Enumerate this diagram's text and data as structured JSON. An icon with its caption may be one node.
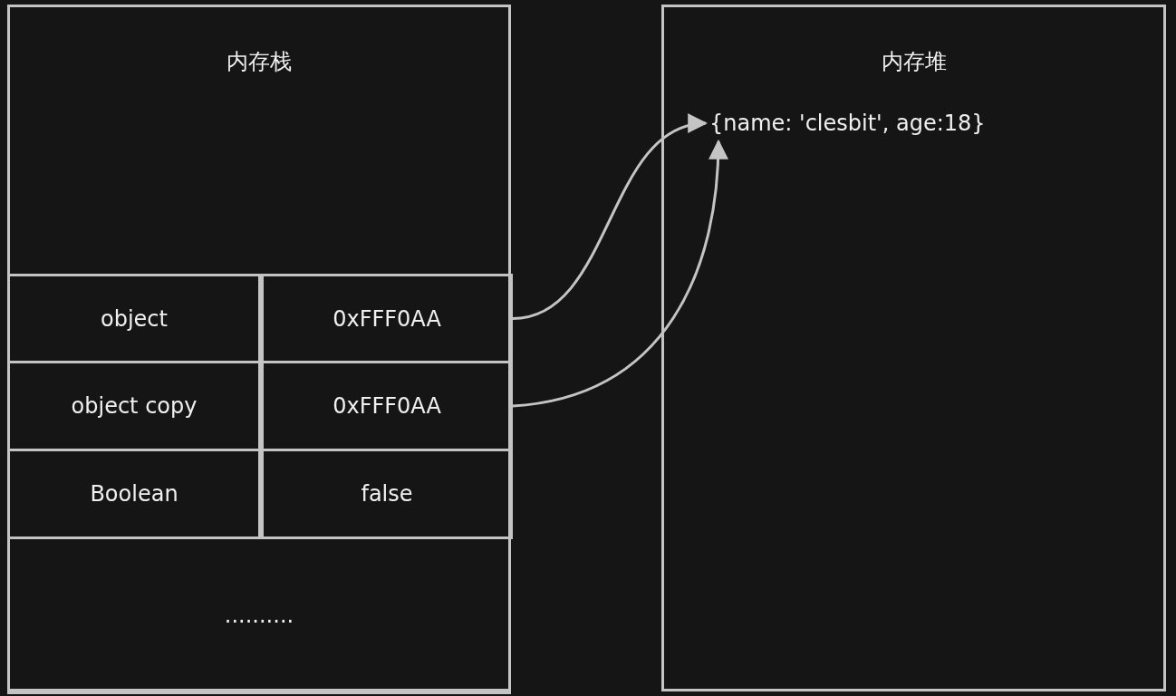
{
  "diagram": {
    "nodes": [
      {
        "text": [
          "内存栈"
        ]
      },
      {
        "text": [
          "object"
        ],
        "in": 0
      },
      {
        "text": [
          "0xFFF0AA"
        ],
        "in": 0
      },
      {
        "text": [
          "object copy"
        ],
        "in": 0
      },
      {
        "text": [
          "0xFFF0AA"
        ],
        "in": 0
      },
      {
        "text": [
          "Boolean"
        ],
        "in": 0
      },
      {
        "text": [
          "false"
        ],
        "in": 0
      },
      {
        "text": [
          ".........."
        ],
        "in": 0
      },
      {
        "text": [
          "内存堆"
        ]
      },
      {
        "text": [
          "{name: 'clesbit', age:18}"
        ],
        "in": 8
      }
    ],
    "edges": [
      {
        "from": 2,
        "to": 9,
        "arrow": "to"
      },
      {
        "from": 4,
        "to": 9,
        "arrow": "to"
      }
    ]
  }
}
